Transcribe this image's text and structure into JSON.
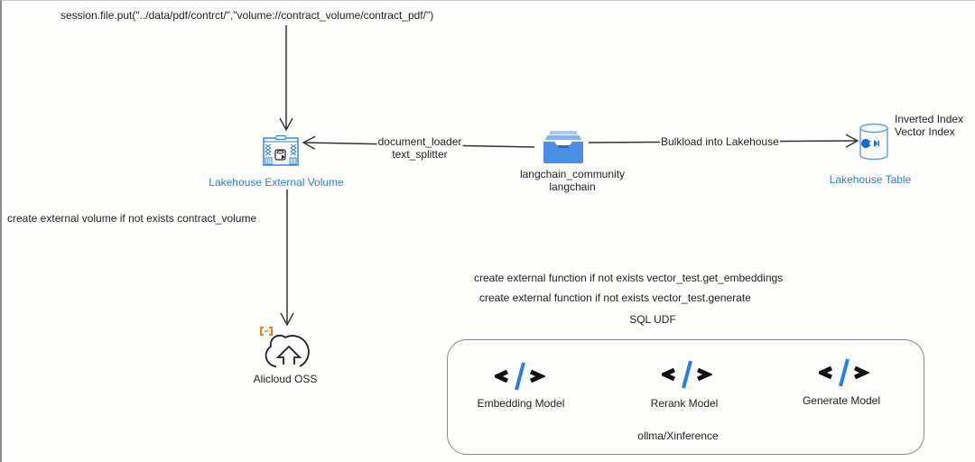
{
  "diagram": {
    "top_command": "session.file.put(\"../data/pdf/contrct/\",\"volume://contract_volume/contract_pdf/\")",
    "nodes": {
      "external_volume": {
        "label": "Lakehouse External Volume",
        "icon": "volume-icon"
      },
      "langchain": {
        "label_line1": "langchain_community",
        "label_line2": "langchain",
        "icon": "inbox-tray-icon"
      },
      "lakehouse_table": {
        "label": "Lakehouse Table",
        "icon": "database-cylinder-icon",
        "note_line1": "Inverted Index",
        "note_line2": "Vector Index"
      },
      "oss": {
        "label": "Alicloud OSS",
        "icon": "cloud-upload-icon"
      }
    },
    "edges": {
      "langchain_to_volume": {
        "label_line1": "document_loader",
        "label_line2": "text_splitter"
      },
      "langchain_to_table": {
        "label": "Bulkload into Lakehouse"
      }
    },
    "volume_command": "create external volume  if not exists contract_volume",
    "function_commands": [
      "create external function  if not exists vector_test.get_embeddings",
      "create external function  if not exists vector_test.generate"
    ],
    "sql_udf_label": "SQL UDF",
    "models": [
      {
        "label": "Embedding Model",
        "icon": "code-icon"
      },
      {
        "label": "Rerank Model",
        "icon": "code-icon"
      },
      {
        "label": "Generate Model",
        "icon": "code-icon"
      }
    ],
    "model_runtime": "ollma/Xinference",
    "colors": {
      "accent_blue": "#2a7de1",
      "oss_orange": "#f07c1b",
      "folder_blue": "#4a8ee6",
      "line": "#333333"
    }
  }
}
